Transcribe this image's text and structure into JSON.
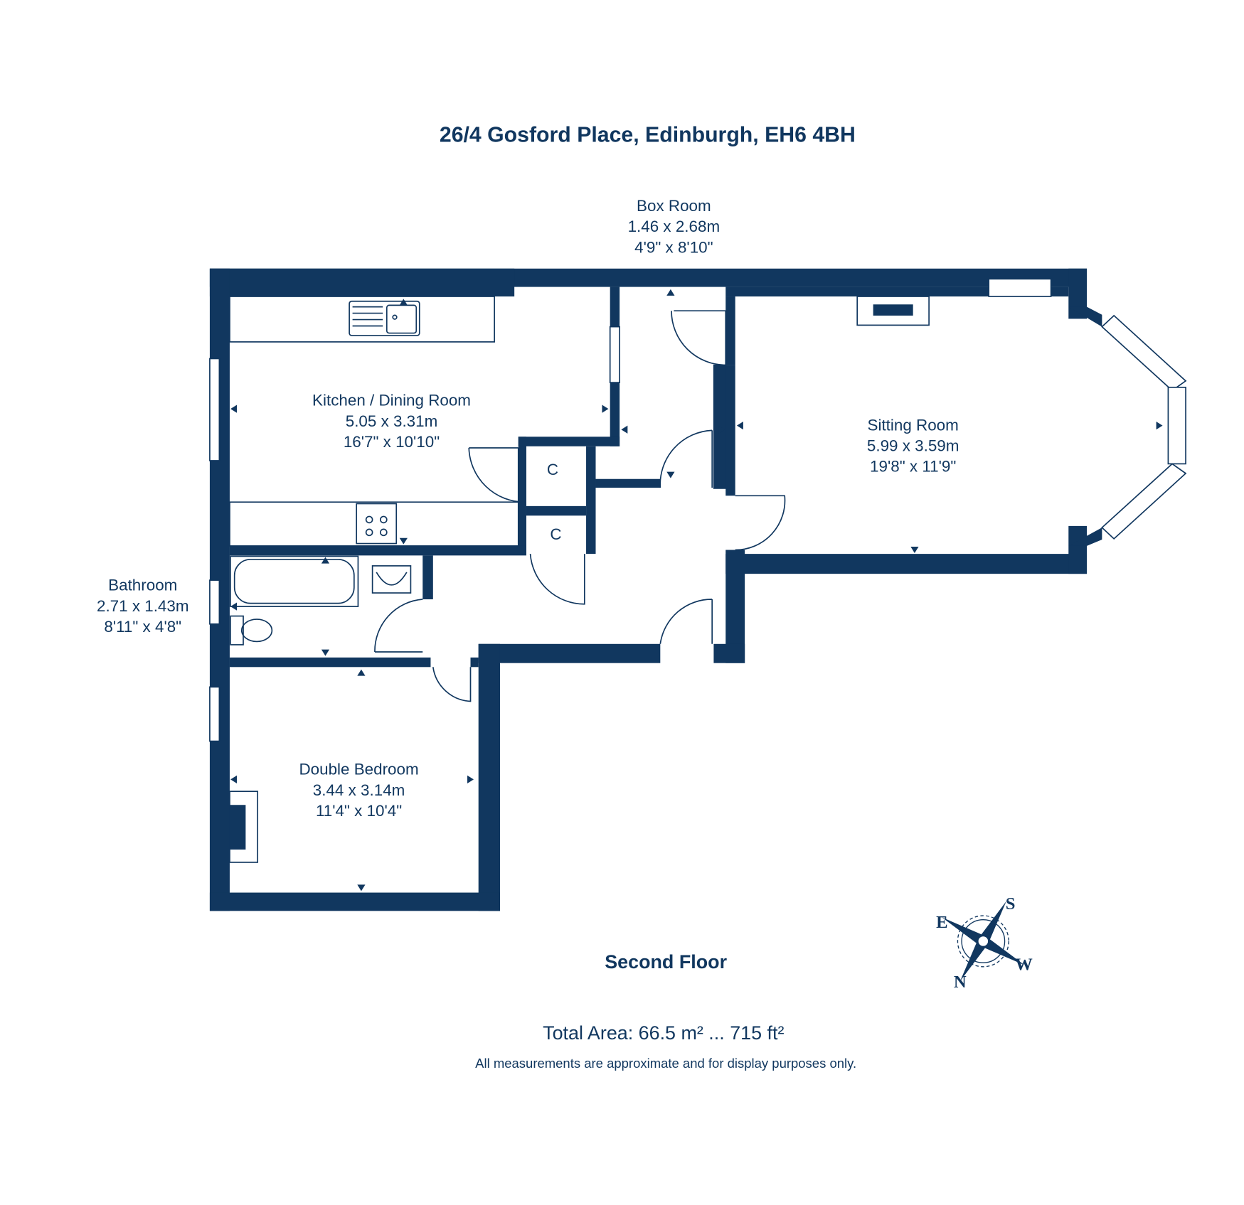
{
  "title": "26/4 Gosford Place, Edinburgh, EH6 4BH",
  "rooms": {
    "box_room": {
      "name": "Box Room",
      "metric": "1.46 x 2.68m",
      "imperial": "4'9\" x 8'10\""
    },
    "kitchen": {
      "name": "Kitchen / Dining Room",
      "metric": "5.05 x 3.31m",
      "imperial": "16'7\" x 10'10\""
    },
    "sitting": {
      "name": "Sitting Room",
      "metric": "5.99 x 3.59m",
      "imperial": "19'8\" x 11'9\""
    },
    "bathroom": {
      "name": "Bathroom",
      "metric": "2.71 x 1.43m",
      "imperial": "8'11\" x 4'8\""
    },
    "bedroom": {
      "name": "Double Bedroom",
      "metric": "3.44 x 3.14m",
      "imperial": "11'4\" x 10'4\""
    },
    "cupboard_label": "C"
  },
  "floor_label": "Second Floor",
  "total_area": "Total Area: 66.5 m² ... 715 ft²",
  "disclaimer": "All measurements are approximate and for display purposes only.",
  "compass": {
    "n": "N",
    "s": "S",
    "e": "E",
    "w": "W"
  },
  "colors": {
    "primary": "#11375f"
  }
}
